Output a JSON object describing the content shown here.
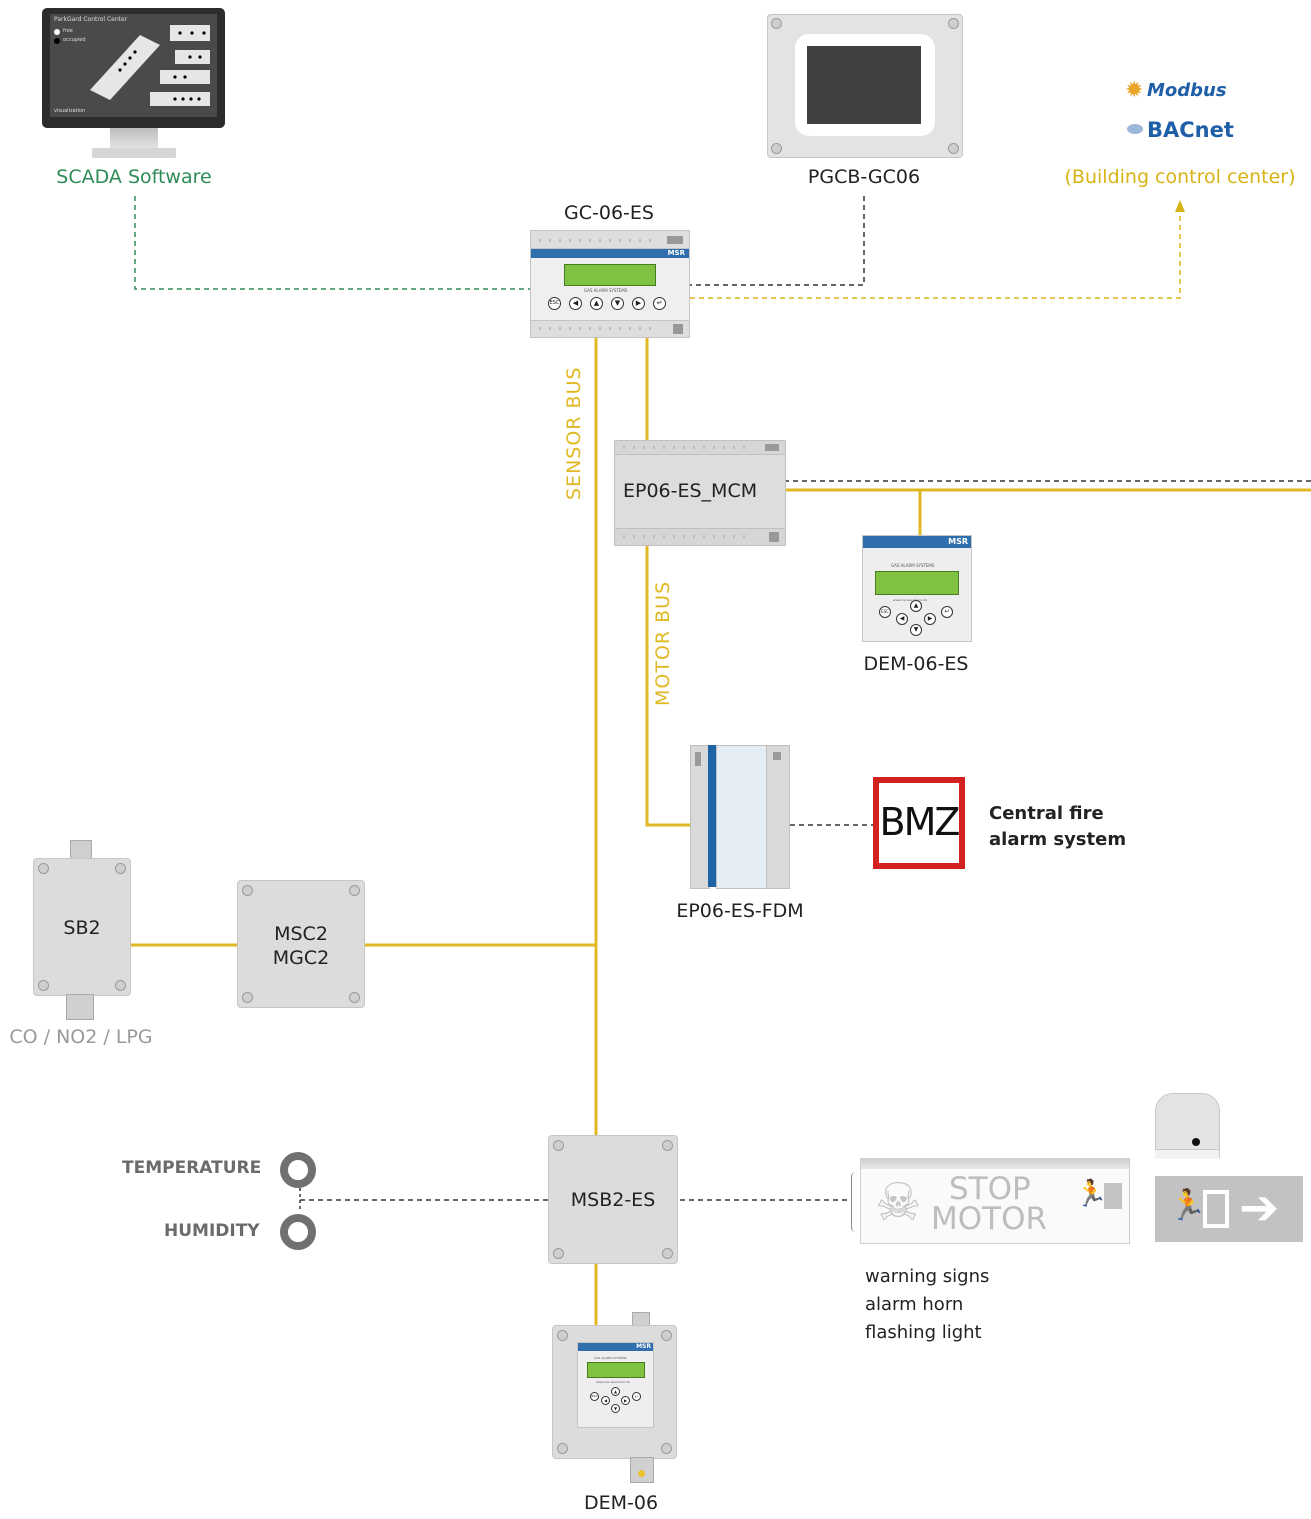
{
  "devices": {
    "scada": {
      "label": "SCADA Software",
      "screen_title": "ParkGard Control Center",
      "legend_free": "free",
      "legend_occupied": "occupied",
      "screen_footer": "visualization"
    },
    "pgcb": {
      "label": "PGCB-GC06"
    },
    "bms": {
      "label": "(Building control center)",
      "logo_modbus": "Modbus",
      "logo_bacnet": "BACnet"
    },
    "gc06": {
      "label": "GC-06-ES",
      "brand": "MSR",
      "esc": "ESC",
      "panel_text": "GAS ALARM SYSTEMS"
    },
    "ep06mcm": {
      "label": "EP06-ES_MCM"
    },
    "dem06es": {
      "label": "DEM-06-ES",
      "brand": "MSR",
      "panel_text": "GAS ALARM SYSTEMS",
      "url": "www.msr-electronic.de",
      "esc": "ESC"
    },
    "ep06fdm": {
      "label": "EP06-ES-FDM"
    },
    "bmz": {
      "logo": "BMZ",
      "label_line1": "Central fire",
      "label_line2": "alarm system"
    },
    "sb2": {
      "label": "SB2",
      "sublabel": "CO / NO2 / LPG"
    },
    "msc2": {
      "line1": "MSC2",
      "line2": "MGC2"
    },
    "msb2": {
      "label": "MSB2-ES"
    },
    "dem06": {
      "label": "DEM-06",
      "brand": "MSR",
      "panel_text": "GAS ALARM SYSTEMS",
      "url": "www.msr-electronic.de",
      "esc": "ESC"
    },
    "temperature": {
      "label": "TEMPERATURE"
    },
    "humidity": {
      "label": "HUMIDITY"
    },
    "stop_sign": {
      "line1": "STOP",
      "line2": "MOTOR"
    },
    "outputs": {
      "line1": "warning signs",
      "line2": "alarm horn",
      "line3": "flashing light"
    }
  },
  "buses": {
    "sensor_bus": "SENSOR BUS",
    "motor_bus": "MOTOR BUS"
  },
  "colors": {
    "bus_yellow": "#e0b821",
    "scada_green": "#2e8b57",
    "bms_yellow": "#d8b316",
    "dashed_black": "#333333",
    "bmz_red": "#d32020",
    "lcd_green": "#7fc241",
    "device_blue": "#2f6fae"
  }
}
